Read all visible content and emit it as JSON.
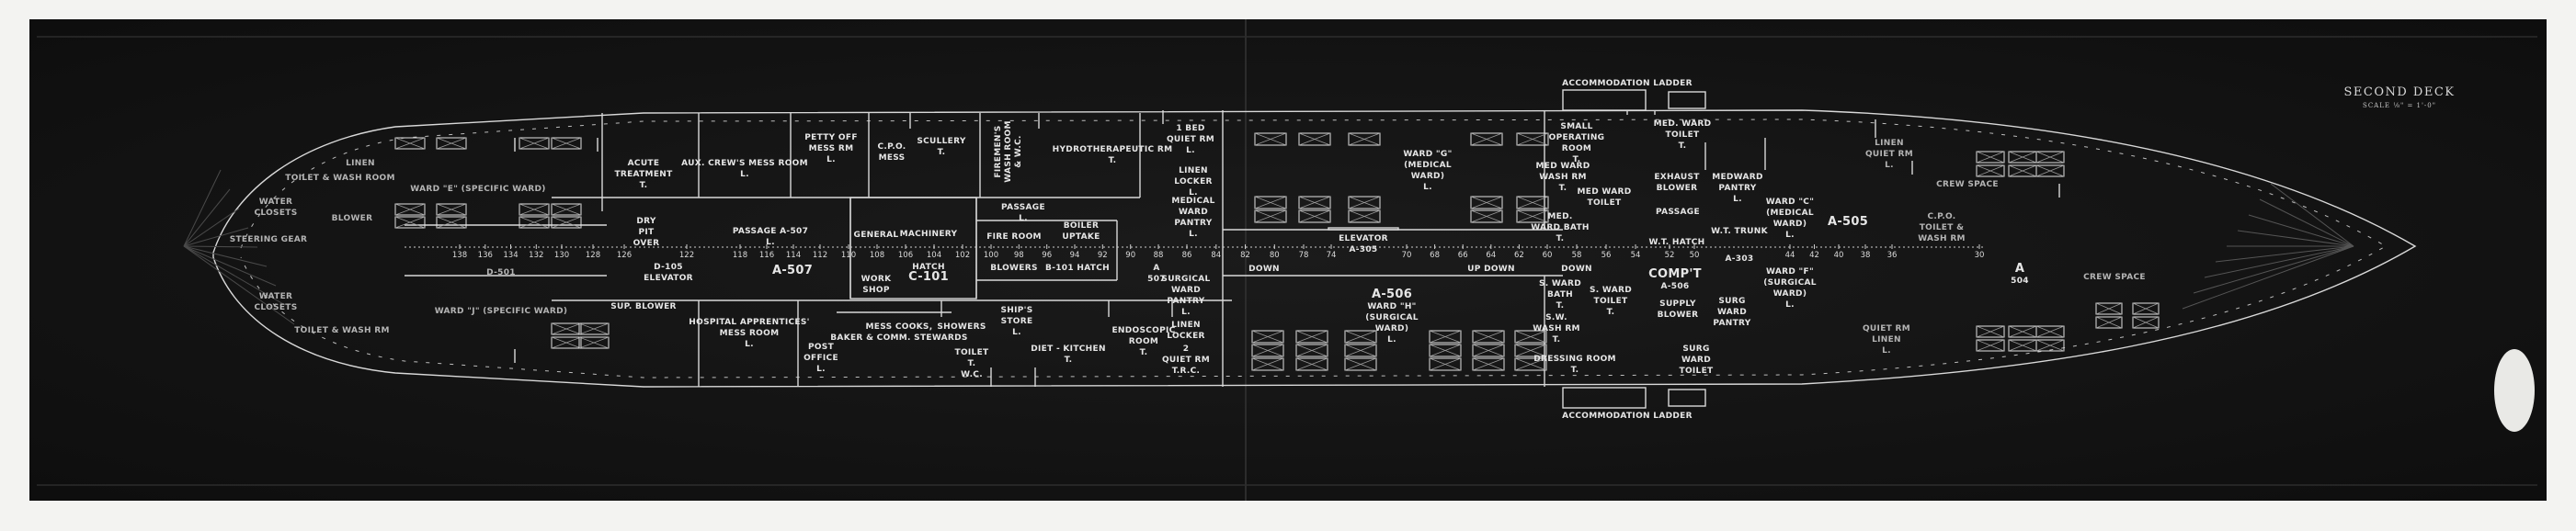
{
  "title": {
    "deck": "SECOND DECK",
    "scale": "SCALE ⅛\" = 1'-0\""
  },
  "ladders": {
    "top": "ACCOMMODATION LADDER",
    "bottom": "ACCOMMODATION LADDER"
  },
  "rooms": [
    {
      "id": "acute-treatment",
      "lines": [
        "ACUTE",
        "TREATMENT",
        "T."
      ]
    },
    {
      "id": "aux-crews-mess-room",
      "lines": [
        "AUX. CREW'S MESS ROOM",
        "L."
      ]
    },
    {
      "id": "petty-officers-mess",
      "lines": [
        "PETTY OFF",
        "MESS RM",
        "L."
      ]
    },
    {
      "id": "cpo-mess",
      "lines": [
        "C.P.O.",
        "MESS"
      ]
    },
    {
      "id": "scullery",
      "lines": [
        "SCULLERY",
        "T."
      ]
    },
    {
      "id": "firemens-wash-room",
      "lines": [
        "FIREMEN'S",
        "WASH ROOM",
        "& W.C."
      ]
    },
    {
      "id": "hydrotherapeutic-room",
      "lines": [
        "HYDROTHERAPEUTIC RM",
        "T."
      ]
    },
    {
      "id": "passage-upper",
      "lines": [
        "PASSAGE",
        "L."
      ]
    },
    {
      "id": "passage-a507",
      "lines": [
        "PASSAGE  A-507",
        "L."
      ]
    },
    {
      "id": "general-work-shop",
      "lines": [
        "GENERAL",
        "",
        "",
        "",
        "WORK",
        "SHOP"
      ]
    },
    {
      "id": "machinery-hatch",
      "lines": [
        "MACHINERY",
        "",
        "",
        "HATCH",
        "C-101"
      ]
    },
    {
      "id": "fire-room",
      "lines": [
        "FIRE ROOM",
        "",
        "BLOWERS"
      ]
    },
    {
      "id": "boiler-uptake",
      "lines": [
        "BOILER",
        "UPTAKE"
      ]
    },
    {
      "id": "hatch-b101",
      "lines": [
        "B-101 HATCH"
      ]
    },
    {
      "id": "compartment-a507-fwd",
      "lines": [
        "A",
        "507"
      ]
    },
    {
      "id": "compartment-a507-aft",
      "lines": [
        "A-507"
      ]
    },
    {
      "id": "elevator-d105",
      "lines": [
        "D-105",
        "ELEVATOR"
      ]
    },
    {
      "id": "dry-pit",
      "lines": [
        "DRY",
        "PIT",
        "OVER"
      ]
    },
    {
      "id": "sup-blower",
      "lines": [
        "SUP.   BLOWER"
      ]
    },
    {
      "id": "hospital-apprentices-mess",
      "lines": [
        "HOSPITAL APPRENTICES'",
        "MESS ROOM",
        "L."
      ]
    },
    {
      "id": "mess-cooks",
      "lines": [
        "MESS COOKS,",
        "BAKER & COMM. STEWARDS"
      ]
    },
    {
      "id": "showers",
      "lines": [
        "SHOWERS"
      ]
    },
    {
      "id": "ships-store",
      "lines": [
        "SHIP'S",
        "STORE",
        "L."
      ]
    },
    {
      "id": "post-office",
      "lines": [
        "POST",
        "OFFICE",
        "L."
      ]
    },
    {
      "id": "toilet-wc",
      "lines": [
        "TOILET",
        "T.",
        "W.C."
      ]
    },
    {
      "id": "diet-kitchen",
      "lines": [
        "DIET - KITCHEN",
        "T."
      ]
    },
    {
      "id": "endoscopic-room",
      "lines": [
        "ENDOSCOPIC",
        "ROOM",
        "T."
      ]
    },
    {
      "id": "quiet-room-1-bed",
      "lines": [
        "1 BED",
        "QUIET RM",
        "L."
      ]
    },
    {
      "id": "linen-locker-upper",
      "lines": [
        "LINEN",
        "LOCKER",
        "L."
      ]
    },
    {
      "id": "medical-ward-pantry",
      "lines": [
        "MEDICAL",
        "WARD",
        "PANTRY",
        "L."
      ]
    },
    {
      "id": "ward-g",
      "lines": [
        "WARD \"G\"",
        "(MEDICAL",
        "WARD)",
        "L."
      ]
    },
    {
      "id": "elevator-a305",
      "lines": [
        "ELEVATOR",
        "A-305"
      ]
    },
    {
      "id": "small-operating-room",
      "lines": [
        "SMALL",
        "OPERATING",
        "ROOM",
        "T."
      ]
    },
    {
      "id": "med-ward-wash-room",
      "lines": [
        "MED WARD",
        "WASH RM",
        "T."
      ]
    },
    {
      "id": "med-ward-toilet-aft",
      "lines": [
        "MED WARD",
        "TOILET"
      ]
    },
    {
      "id": "med-ward-bath",
      "lines": [
        "MED.",
        "WARD BATH",
        "T."
      ]
    },
    {
      "id": "med-ward-toilet-fwd",
      "lines": [
        "MED. WARD",
        "TOILET",
        "T."
      ]
    },
    {
      "id": "exhaust-blower",
      "lines": [
        "EXHAUST",
        "BLOWER"
      ]
    },
    {
      "id": "medward-pantry",
      "lines": [
        "MEDWARD",
        "PANTRY",
        "L."
      ]
    },
    {
      "id": "passage-fwd",
      "lines": [
        "PASSAGE"
      ]
    },
    {
      "id": "wt-hatch",
      "lines": [
        "W.T. HATCH"
      ]
    },
    {
      "id": "wt-trunk",
      "lines": [
        "W.T. TRUNK",
        "",
        "A-303"
      ]
    },
    {
      "id": "compartment-a506",
      "lines": [
        "COMP'T",
        "A-506"
      ]
    },
    {
      "id": "ward-c",
      "lines": [
        "WARD \"C\"",
        "(MEDICAL",
        "WARD)",
        "L."
      ]
    },
    {
      "id": "ward-f",
      "lines": [
        "WARD \"F\"",
        "(SURGICAL",
        "WARD)",
        "L."
      ]
    },
    {
      "id": "compartment-a505",
      "lines": [
        "A-505"
      ]
    },
    {
      "id": "surgical-ward-pantry",
      "lines": [
        "SURGICAL",
        "WARD",
        "PANTRY",
        "L."
      ]
    },
    {
      "id": "linen-locker-lower",
      "lines": [
        "LINEN",
        "LOCKER"
      ]
    },
    {
      "id": "quiet-room-2",
      "lines": [
        "2",
        "QUIET RM",
        "T.R.C."
      ]
    },
    {
      "id": "ward-h",
      "lines": [
        "A-506",
        "WARD \"H\"",
        "(SURGICAL",
        "WARD)",
        "L."
      ]
    },
    {
      "id": "s-ward-bath",
      "lines": [
        "S. WARD",
        "BATH",
        "T."
      ]
    },
    {
      "id": "s-ward-toilet",
      "lines": [
        "S. WARD",
        "TOILET",
        "T."
      ]
    },
    {
      "id": "sw-wash-room",
      "lines": [
        "S.W.",
        "WASH RM",
        "T."
      ]
    },
    {
      "id": "dressing-room",
      "lines": [
        "DRESSING ROOM",
        "T."
      ]
    },
    {
      "id": "supply-blower",
      "lines": [
        "SUPPLY",
        "BLOWER"
      ]
    },
    {
      "id": "surg-ward-pantry",
      "lines": [
        "SURG",
        "WARD",
        "PANTRY"
      ]
    },
    {
      "id": "surg-ward-toilet",
      "lines": [
        "SURG",
        "WARD",
        "TOILET"
      ]
    },
    {
      "id": "linen-quiet-fwd-upper",
      "lines": [
        "LINEN",
        "QUIET RM",
        "L."
      ]
    },
    {
      "id": "quiet-linen-fwd-lower",
      "lines": [
        "QUIET RM",
        "LINEN",
        "L."
      ]
    },
    {
      "id": "crew-space-upper",
      "lines": [
        "CREW SPACE"
      ]
    },
    {
      "id": "cpo-toilet",
      "lines": [
        "C.P.O.",
        "TOILET &",
        "WASH RM"
      ]
    },
    {
      "id": "compartment-a504",
      "lines": [
        "A",
        "504"
      ]
    },
    {
      "id": "crew-space-lower",
      "lines": [
        "CREW SPACE"
      ]
    },
    {
      "id": "ward-e",
      "lines": [
        "WARD \"E\" (SPECIFIC WARD)"
      ]
    },
    {
      "id": "ward-j",
      "lines": [
        "WARD \"J\" (SPECIFIC WARD)"
      ]
    },
    {
      "id": "compartment-d501",
      "lines": [
        "D-501"
      ]
    },
    {
      "id": "steering-gear",
      "lines": [
        "STEERING GEAR"
      ]
    },
    {
      "id": "water-closets-upper",
      "lines": [
        "WATER",
        "CLOSETS"
      ]
    },
    {
      "id": "water-closets-lower",
      "lines": [
        "WATER",
        "CLOSETS"
      ]
    },
    {
      "id": "toilet-wash-room-upper",
      "lines": [
        "TOILET & WASH ROOM"
      ]
    },
    {
      "id": "toilet-wash-room-lower",
      "lines": [
        "TOILET & WASH RM"
      ]
    },
    {
      "id": "blower-aft",
      "lines": [
        "BLOWER"
      ]
    },
    {
      "id": "linen-aft",
      "lines": [
        "LINEN"
      ]
    },
    {
      "id": "stair-down-1",
      "lines": [
        "DOWN"
      ]
    },
    {
      "id": "stair-up-down",
      "lines": [
        "UP          DOWN"
      ]
    },
    {
      "id": "stair-down-2",
      "lines": [
        "DOWN"
      ]
    }
  ],
  "frames": [
    138,
    136,
    134,
    132,
    130,
    128,
    126,
    122,
    118,
    116,
    114,
    112,
    110,
    108,
    106,
    104,
    102,
    100,
    98,
    96,
    94,
    92,
    90,
    88,
    86,
    84,
    82,
    80,
    78,
    74,
    70,
    68,
    66,
    64,
    62,
    60,
    58,
    56,
    54,
    52,
    50,
    44,
    42,
    40,
    38,
    36,
    30
  ]
}
